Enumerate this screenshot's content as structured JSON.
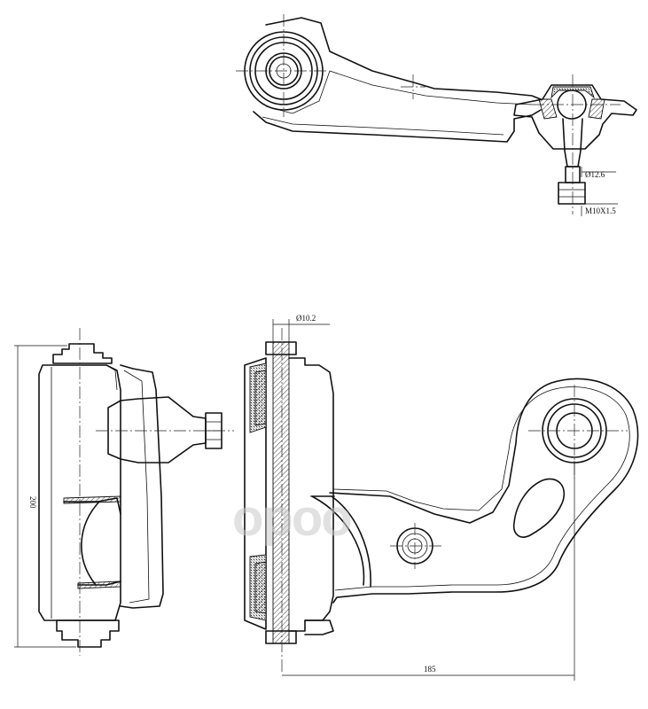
{
  "dimensions": {
    "stud_diameter": "Ø12.6",
    "thread": "M10X1.5",
    "bolt_diameter": "Ø10.2",
    "bushing_height": "200",
    "arm_length": "185"
  },
  "watermark": {
    "text": "ороо"
  },
  "colors": {
    "line": "#111111",
    "watermark": "#c9c9c9",
    "background": "#ffffff"
  }
}
